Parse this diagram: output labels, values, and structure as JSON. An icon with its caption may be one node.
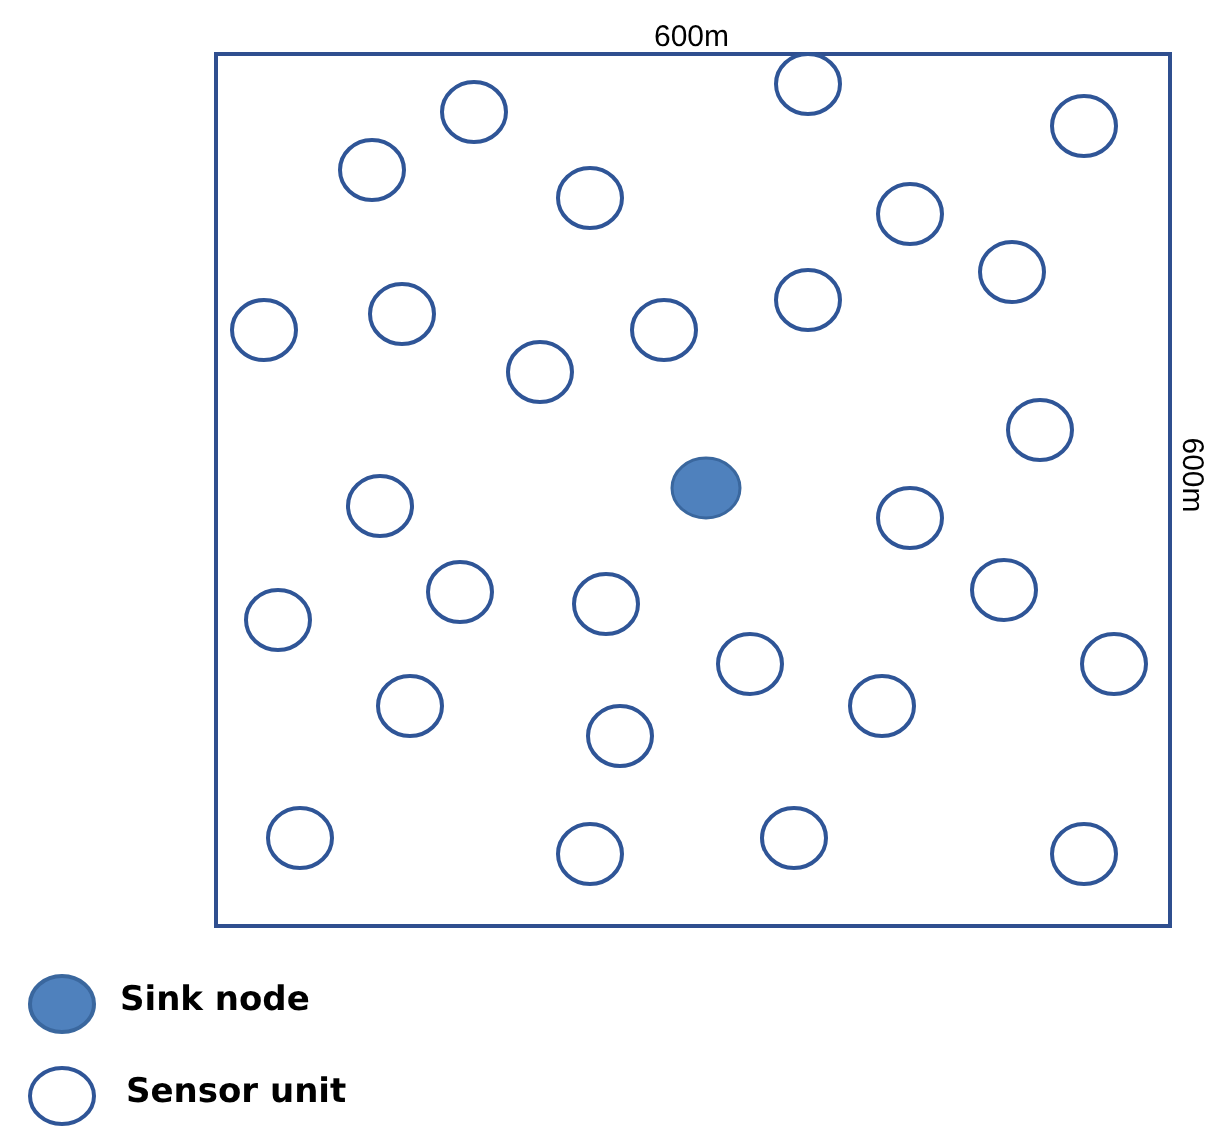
{
  "diagram": {
    "labels": [
      "600m",
      "600m"
    ],
    "legend": [
      {
        "text": "Sink node"
      },
      {
        "text": "Sensor unit"
      }
    ]
  }
}
